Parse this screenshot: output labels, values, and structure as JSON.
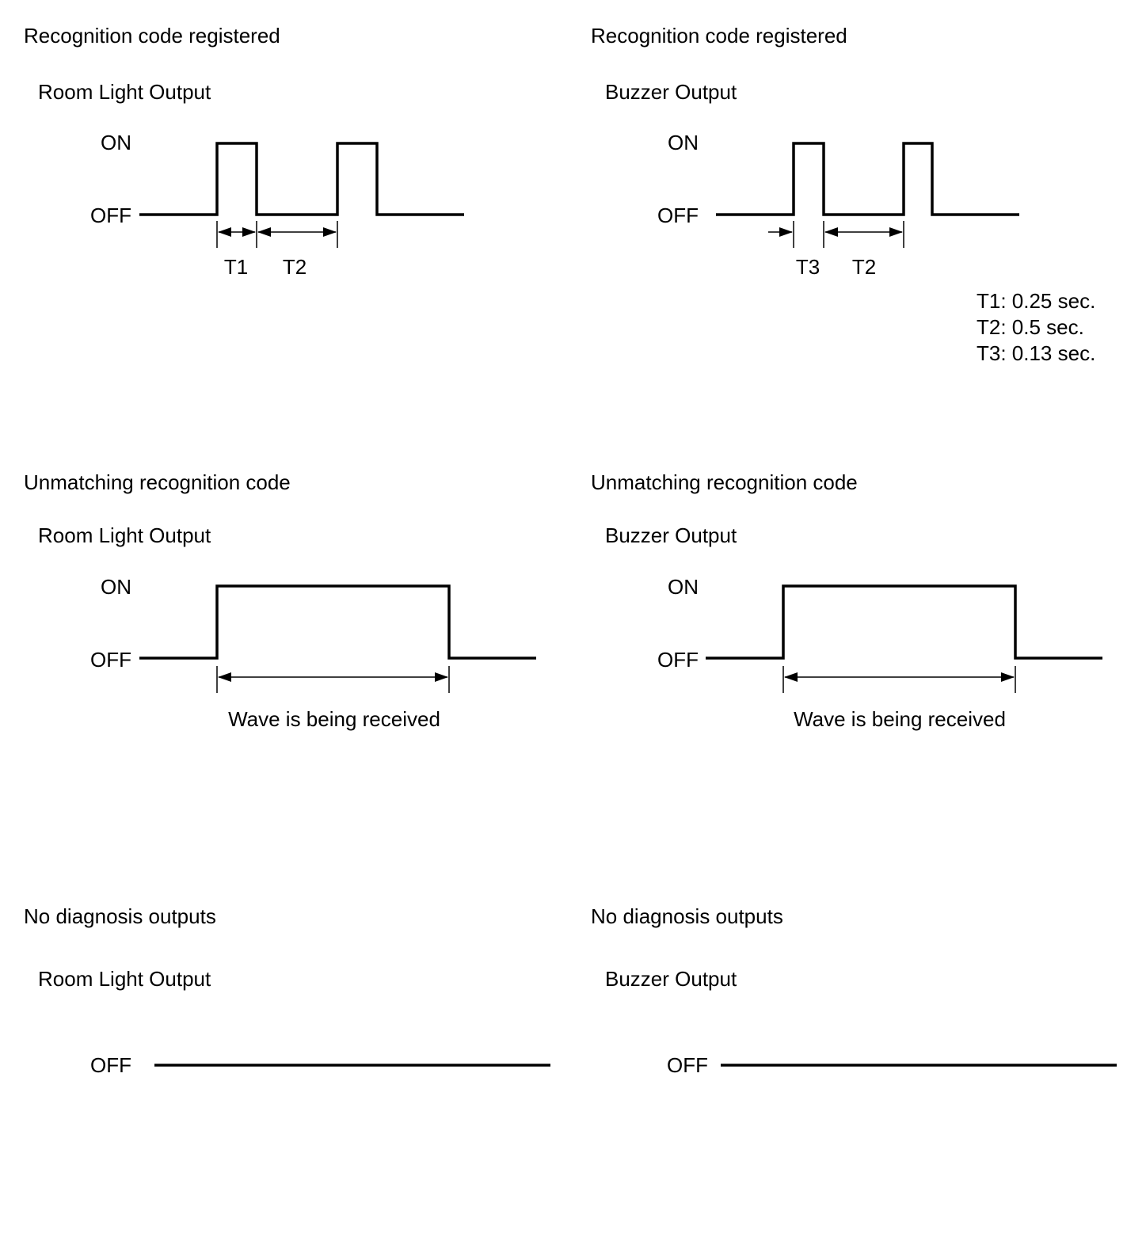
{
  "panels": [
    {
      "id": "p1",
      "title": "Recognition code registered",
      "subtitle": "Room Light Output",
      "levels": {
        "on": "ON",
        "off": "OFF"
      },
      "timing_labels": [
        "T1",
        "T2"
      ],
      "description": ""
    },
    {
      "id": "p2",
      "title": "Recognition code registered",
      "subtitle": "Buzzer Output",
      "levels": {
        "on": "ON",
        "off": "OFF"
      },
      "timing_labels": [
        "T3",
        "T2"
      ],
      "description": ""
    },
    {
      "id": "p3",
      "title": "Unmatching recognition code",
      "subtitle": "Room Light Output",
      "levels": {
        "on": "ON",
        "off": "OFF"
      },
      "timing_labels": [],
      "description": "Wave is being received"
    },
    {
      "id": "p4",
      "title": "Unmatching recognition code",
      "subtitle": "Buzzer Output",
      "levels": {
        "on": "ON",
        "off": "OFF"
      },
      "timing_labels": [],
      "description": "Wave is being received"
    },
    {
      "id": "p5",
      "title": "No diagnosis outputs",
      "subtitle": "Room Light Output",
      "levels": {
        "on": "",
        "off": "OFF"
      },
      "timing_labels": [],
      "description": ""
    },
    {
      "id": "p6",
      "title": "No diagnosis outputs",
      "subtitle": "Buzzer Output",
      "levels": {
        "on": "",
        "off": "OFF"
      },
      "timing_labels": [],
      "description": ""
    }
  ],
  "legend": [
    "T1: 0.25 sec.",
    "T2: 0.5 sec.",
    "T3: 0.13 sec."
  ]
}
